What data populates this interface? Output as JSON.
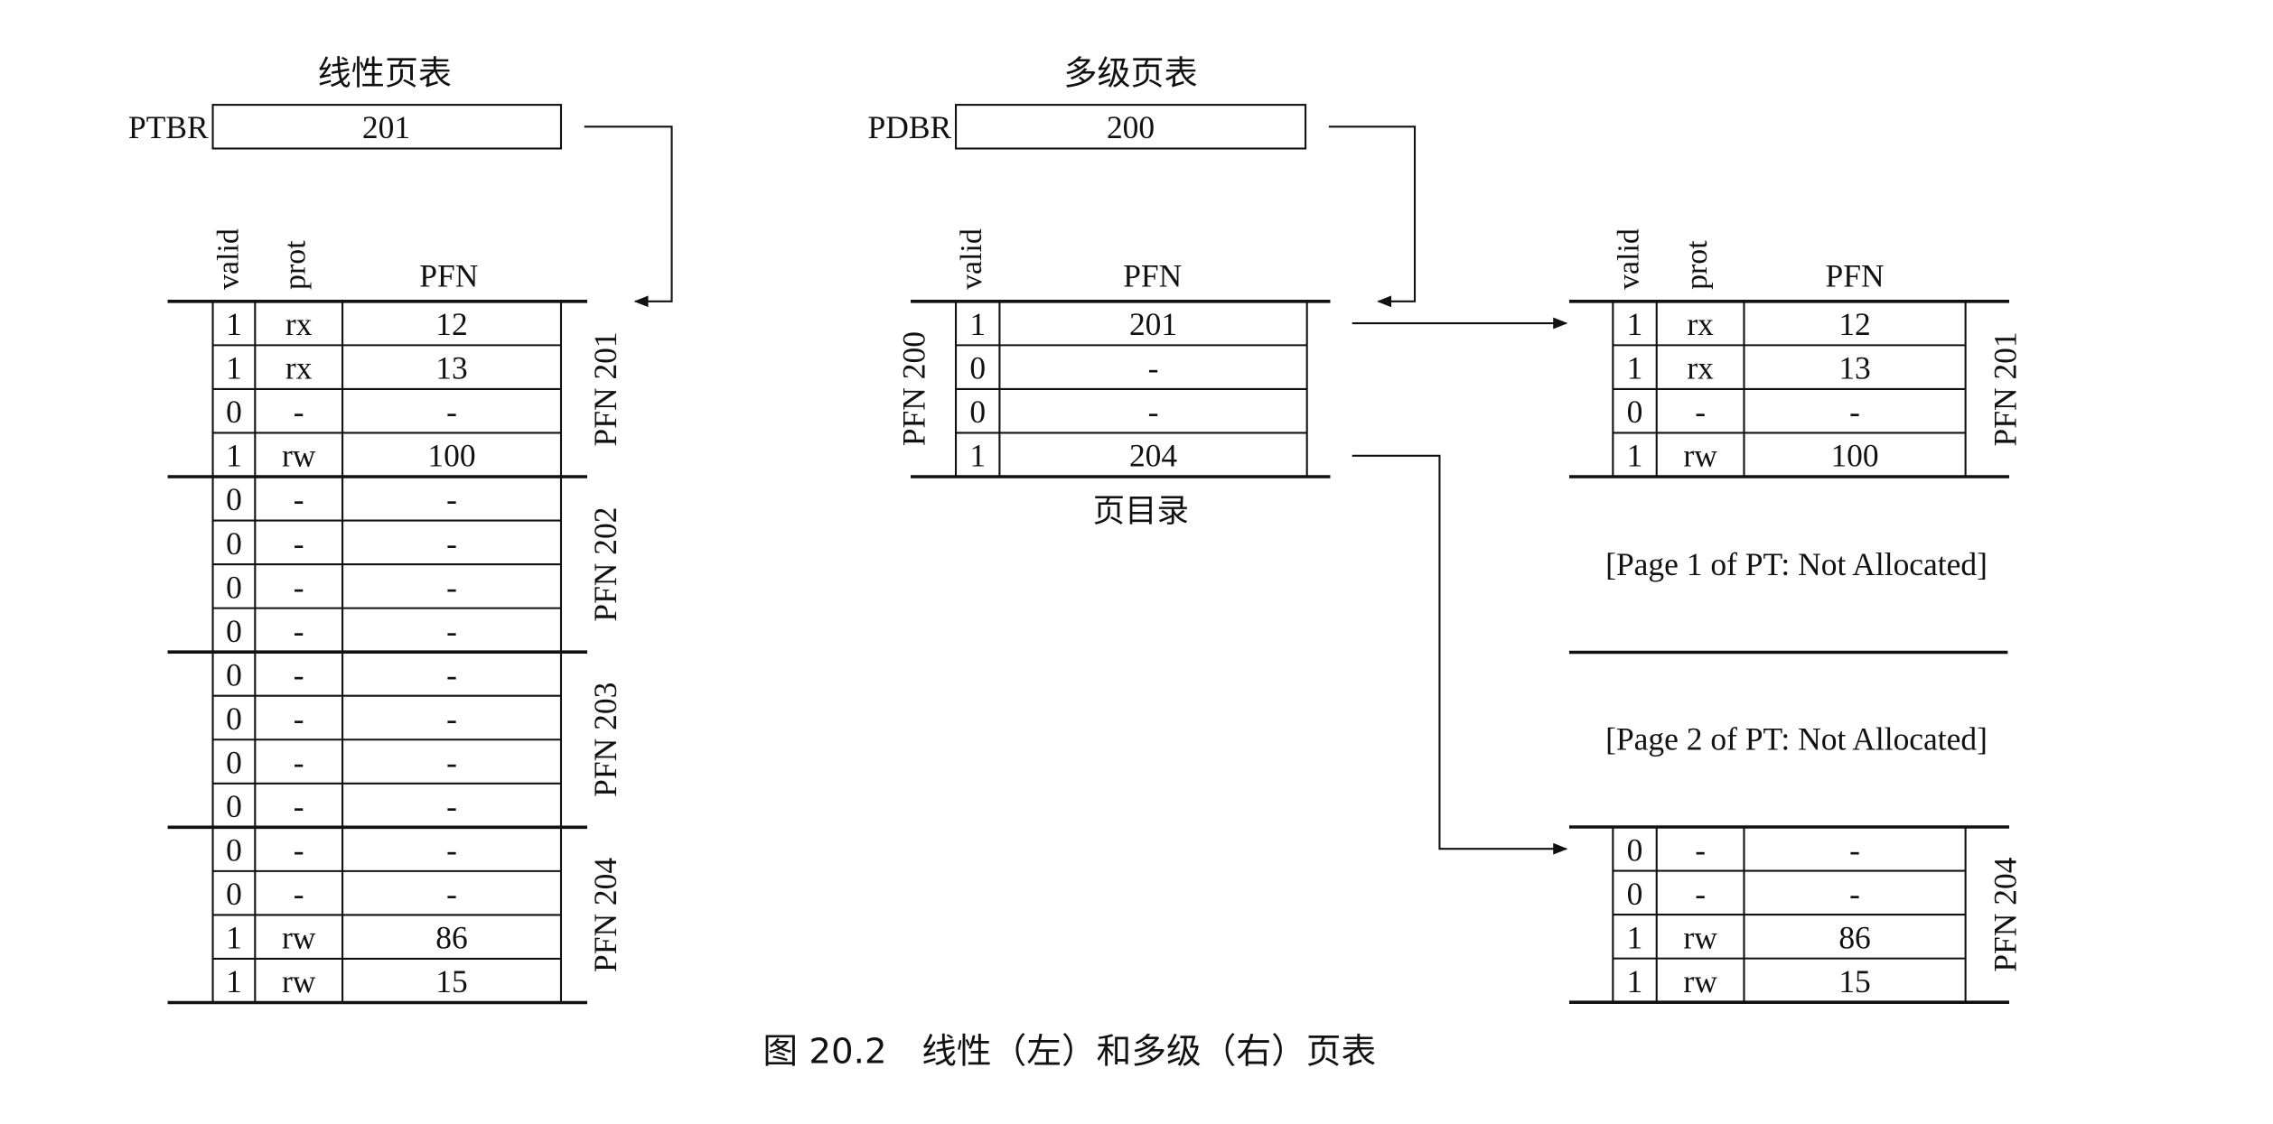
{
  "linear": {
    "title": "线性页表",
    "register_label": "PTBR",
    "register_value": "201",
    "headers": {
      "valid": "valid",
      "prot": "prot",
      "pfn": "PFN"
    },
    "pages": [
      {
        "label": "PFN 201",
        "rows": [
          [
            "1",
            "rx",
            "12"
          ],
          [
            "1",
            "rx",
            "13"
          ],
          [
            "0",
            "-",
            "-"
          ],
          [
            "1",
            "rw",
            "100"
          ]
        ]
      },
      {
        "label": "PFN 202",
        "rows": [
          [
            "0",
            "-",
            "-"
          ],
          [
            "0",
            "-",
            "-"
          ],
          [
            "0",
            "-",
            "-"
          ],
          [
            "0",
            "-",
            "-"
          ]
        ]
      },
      {
        "label": "PFN 203",
        "rows": [
          [
            "0",
            "-",
            "-"
          ],
          [
            "0",
            "-",
            "-"
          ],
          [
            "0",
            "-",
            "-"
          ],
          [
            "0",
            "-",
            "-"
          ]
        ]
      },
      {
        "label": "PFN 204",
        "rows": [
          [
            "0",
            "-",
            "-"
          ],
          [
            "0",
            "-",
            "-"
          ],
          [
            "1",
            "rw",
            "86"
          ],
          [
            "1",
            "rw",
            "15"
          ]
        ]
      }
    ]
  },
  "multilevel": {
    "title": "多级页表",
    "register_label": "PDBR",
    "register_value": "200",
    "directory": {
      "label": "PFN 200",
      "caption": "页目录",
      "headers": {
        "valid": "valid",
        "pfn": "PFN"
      },
      "rows": [
        [
          "1",
          "201"
        ],
        [
          "0",
          "-"
        ],
        [
          "0",
          "-"
        ],
        [
          "1",
          "204"
        ]
      ]
    },
    "pt_pages": [
      {
        "label": "PFN 201",
        "headers": {
          "valid": "valid",
          "prot": "prot",
          "pfn": "PFN"
        },
        "rows": [
          [
            "1",
            "rx",
            "12"
          ],
          [
            "1",
            "rx",
            "13"
          ],
          [
            "0",
            "-",
            "-"
          ],
          [
            "1",
            "rw",
            "100"
          ]
        ]
      },
      {
        "note": "[Page 1 of PT: Not Allocated]"
      },
      {
        "note": "[Page 2 of PT: Not Allocated]"
      },
      {
        "label": "PFN 204",
        "rows": [
          [
            "0",
            "-",
            "-"
          ],
          [
            "0",
            "-",
            "-"
          ],
          [
            "1",
            "rw",
            "86"
          ],
          [
            "1",
            "rw",
            "15"
          ]
        ]
      }
    ]
  },
  "caption": "图 20.2　线性（左）和多级（右）页表"
}
